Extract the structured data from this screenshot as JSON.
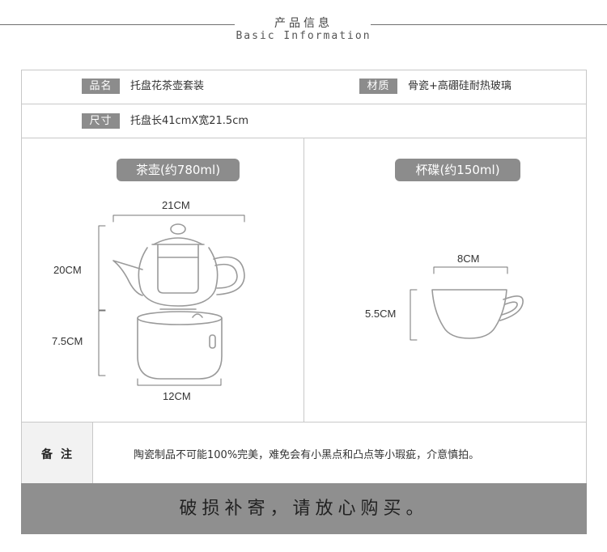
{
  "header": {
    "title_cn": "产品信息",
    "title_en": "Basic Information"
  },
  "info": {
    "name_label": "品名",
    "name_value": "托盘花茶壶套装",
    "material_label": "材质",
    "material_value": "骨瓷+高硼硅耐热玻璃",
    "size_label": "尺寸",
    "size_value": "托盘长41cmX宽21.5cm"
  },
  "teapot": {
    "title": "茶壶(约780ml)",
    "width_label": "21CM",
    "height_label": "20CM",
    "warmer_height_label": "7.5CM",
    "warmer_width_label": "12CM"
  },
  "cup": {
    "title": "杯碟(约150ml)",
    "width_label": "8CM",
    "height_label": "5.5CM"
  },
  "note": {
    "label": "备注",
    "text": "陶瓷制品不可能100%完美，难免会有小黑点和凸点等小瑕疵，介意慎拍。"
  },
  "banner": {
    "text": "破损补寄，请放心购买。"
  }
}
